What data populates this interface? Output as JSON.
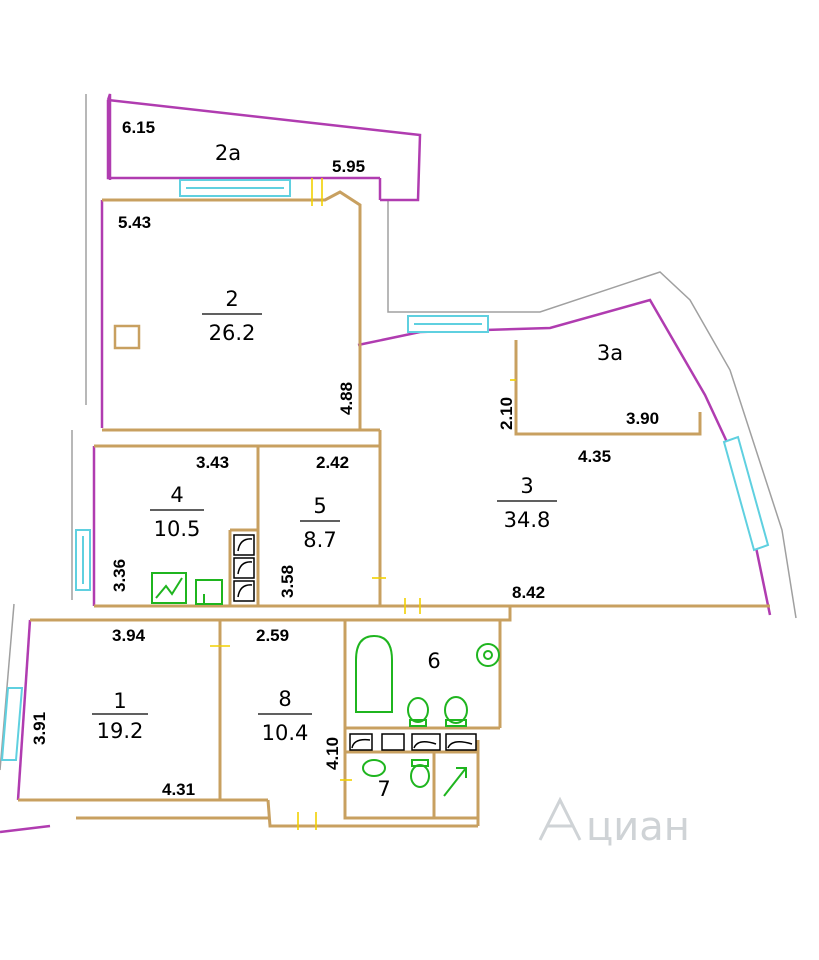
{
  "rooms": [
    {
      "id": "1",
      "number": "1",
      "area": "19.2"
    },
    {
      "id": "2",
      "number": "2",
      "area": "26.2"
    },
    {
      "id": "2a",
      "number": "2a",
      "area": ""
    },
    {
      "id": "3",
      "number": "3",
      "area": "34.8"
    },
    {
      "id": "3a",
      "number": "3a",
      "area": ""
    },
    {
      "id": "4",
      "number": "4",
      "area": "10.5"
    },
    {
      "id": "5",
      "number": "5",
      "area": "8.7"
    },
    {
      "id": "6",
      "number": "6",
      "area": ""
    },
    {
      "id": "7",
      "number": "7",
      "area": ""
    },
    {
      "id": "8",
      "number": "8",
      "area": "10.4"
    }
  ],
  "dimensions": [
    {
      "id": "d615",
      "value": "6.15"
    },
    {
      "id": "d595",
      "value": "5.95"
    },
    {
      "id": "d543",
      "value": "5.43"
    },
    {
      "id": "d488",
      "value": "4.88"
    },
    {
      "id": "d210",
      "value": "2.10"
    },
    {
      "id": "d390",
      "value": "3.90"
    },
    {
      "id": "d435",
      "value": "4.35"
    },
    {
      "id": "d343",
      "value": "3.43"
    },
    {
      "id": "d242",
      "value": "2.42"
    },
    {
      "id": "d336",
      "value": "3.36"
    },
    {
      "id": "d358",
      "value": "3.58"
    },
    {
      "id": "d842",
      "value": "8.42"
    },
    {
      "id": "d394",
      "value": "3.94"
    },
    {
      "id": "d259",
      "value": "2.59"
    },
    {
      "id": "d391",
      "value": "3.91"
    },
    {
      "id": "d410",
      "value": "4.10"
    },
    {
      "id": "d431",
      "value": "4.31"
    }
  ],
  "watermark": "циан",
  "colors": {
    "wall": "#c8a060",
    "outline": "#b03cb0",
    "window": "#5fd0e0",
    "fixture": "#1fb51f",
    "ghost": "#a0a0a0"
  }
}
